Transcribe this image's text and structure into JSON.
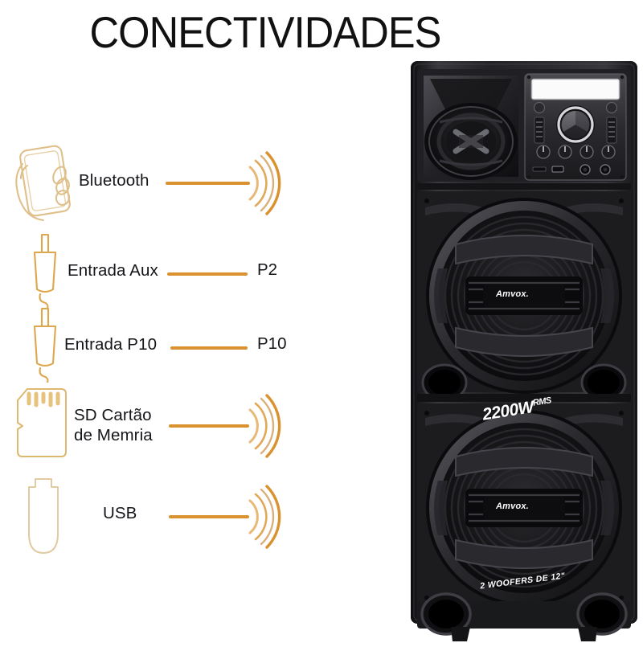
{
  "page": {
    "title": "CONECTIVIDADES",
    "background": "#ffffff",
    "accent_color": "#d9922f",
    "icon_outline_color": "#e0c08a",
    "text_color": "#16151a"
  },
  "features": [
    {
      "icon": "hand-holding-phone-icon",
      "label": "Bluetooth",
      "value": "",
      "indicator": "signal-waves-icon"
    },
    {
      "icon": "audio-plug-icon",
      "label": "Entrada Aux",
      "value": "P2",
      "indicator": "value-label"
    },
    {
      "icon": "audio-plug-icon",
      "label": "Entrada P10",
      "value": "P10",
      "indicator": "value-label"
    },
    {
      "icon": "sd-memory-card-icon",
      "label": "SD Cartão\nde Memria",
      "value": "",
      "indicator": "signal-waves-icon"
    },
    {
      "icon": "usb-flash-drive-icon",
      "label": "USB",
      "value": "",
      "indicator": "signal-waves-icon"
    }
  ],
  "speaker": {
    "brand_upper": "Amvox.",
    "brand_lower": "Amvox.",
    "power_rating": "2200W",
    "power_unit": "RMS",
    "woofer_spec": "2 WOOFERS DE 12\"",
    "body_color": "#1b1b1d"
  }
}
